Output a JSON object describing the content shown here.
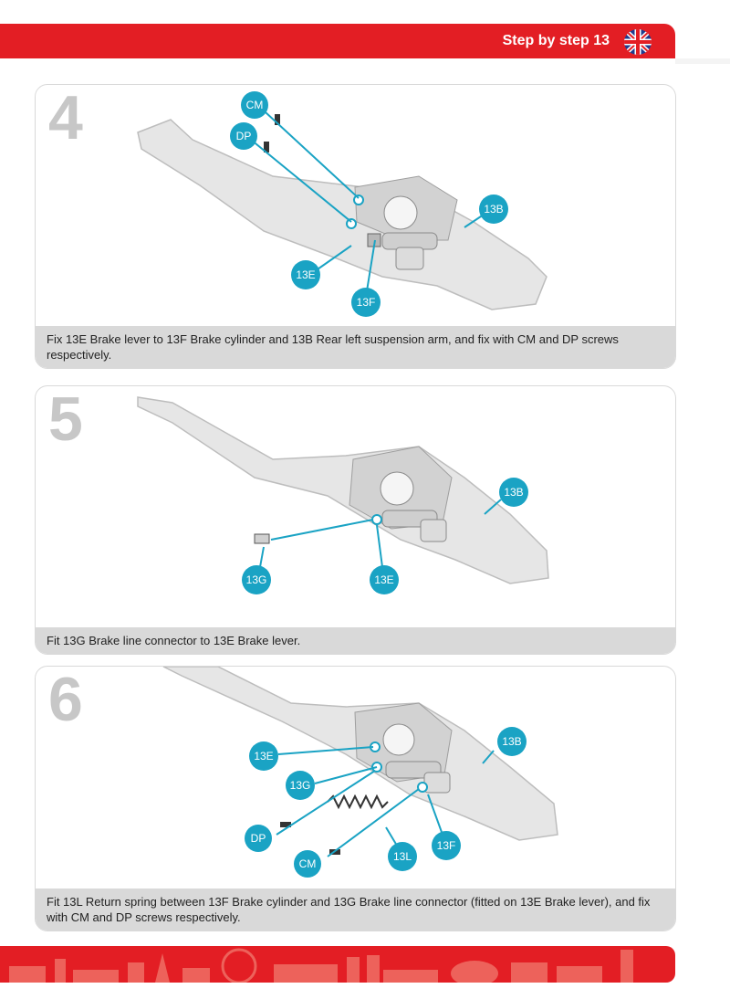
{
  "header": {
    "title": "Step by step 13",
    "flag_icon": "uk-flag-icon"
  },
  "colors": {
    "accent": "#e31e24",
    "callout": "#1aa3c4",
    "caption_bg": "#d9d9d9"
  },
  "steps": [
    {
      "number": "4",
      "caption": "Fix 13E Brake lever to 13F Brake cylinder and 13B Rear left suspension arm, and fix with CM and DP screws respectively.",
      "labels": [
        "CM",
        "DP",
        "13B",
        "13E",
        "13F"
      ]
    },
    {
      "number": "5",
      "caption": "Fit 13G Brake line connector to 13E Brake lever.",
      "labels": [
        "13B",
        "13G",
        "13E"
      ]
    },
    {
      "number": "6",
      "caption": "Fit 13L Return spring between 13F Brake cylinder and 13G Brake line connector (fitted on 13E Brake lever), and fix with CM and DP screws respectively.",
      "labels": [
        "13E",
        "13B",
        "13G",
        "DP",
        "13L",
        "13F",
        "CM"
      ]
    }
  ]
}
